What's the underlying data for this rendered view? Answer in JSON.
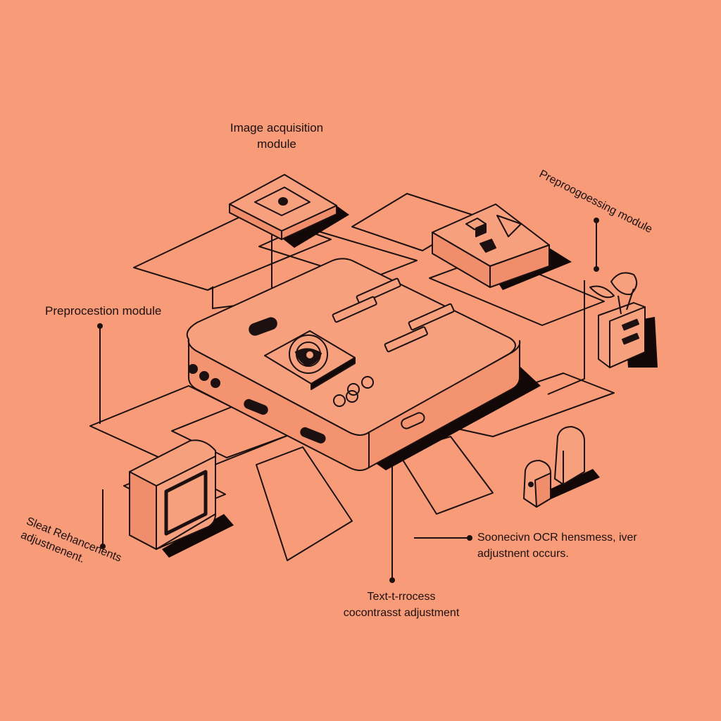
{
  "theme": {
    "background": "#f79b78",
    "ink": "#1c1010",
    "face": "#f7a07e",
    "shadow": "#120808"
  },
  "labels": {
    "image_acquisition": {
      "line1": "Image acquisition",
      "line2": "module"
    },
    "preprocessing_left": "Preprocestion module",
    "preprocessing_right": "Preproogoessing module",
    "slant": {
      "line1": "Sleat Rehancenents",
      "line2": "adjustnenent."
    },
    "ocr": {
      "line1": "Soonecivn OCR hensmess, iver",
      "line2": "adjustnent occurs."
    },
    "text_process": {
      "line1": "Text-t-rrocess",
      "line2": "cocontrasst adjustment"
    }
  },
  "icons": [
    "camera-lens-icon",
    "shapes-icon",
    "folder-plant-icon",
    "image-frame-icon",
    "figurines-icon"
  ]
}
